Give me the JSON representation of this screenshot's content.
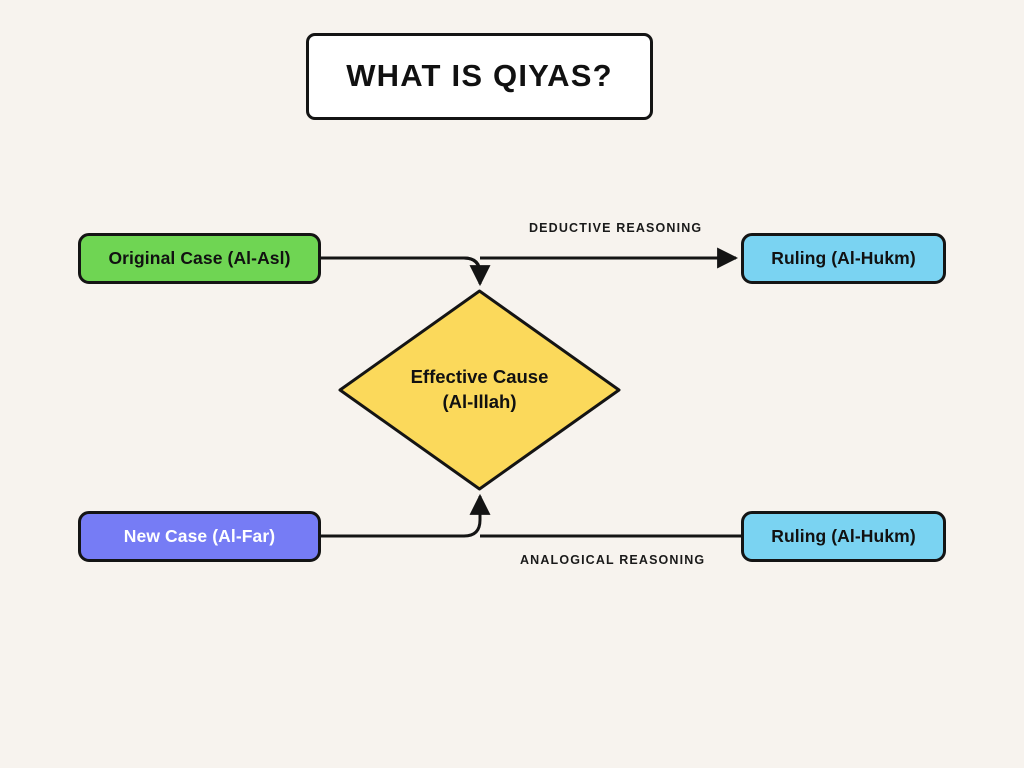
{
  "page": {
    "background_color": "#f7f3ee",
    "stroke_color": "#141414"
  },
  "title": {
    "text": "WHAT IS QIYAS?",
    "background_color": "#ffffff",
    "text_color": "#111111"
  },
  "nodes": {
    "original_case": {
      "label": "Original Case (Al-Asl)",
      "shape": "rounded-rectangle",
      "fill_color": "#6fd553",
      "text_color": "#111111"
    },
    "new_case": {
      "label": "New Case (Al-Far)",
      "shape": "rounded-rectangle",
      "fill_color": "#767cf5",
      "text_color": "#ffffff"
    },
    "effective_cause": {
      "label": "Effective Cause\n(Al-Illah)",
      "shape": "diamond",
      "fill_color": "#fbd95b",
      "text_color": "#111111"
    },
    "ruling_top": {
      "label": "Ruling (Al-Hukm)",
      "shape": "rounded-rectangle",
      "fill_color": "#7ad3f2",
      "text_color": "#111111"
    },
    "ruling_bottom": {
      "label": "Ruling (Al-Hukm)",
      "shape": "rounded-rectangle",
      "fill_color": "#7ad3f2",
      "text_color": "#111111"
    }
  },
  "edges": {
    "deductive": {
      "label": "DEDUCTIVE REASONING",
      "from": "Original Case (Al-Asl)",
      "to": "Ruling (Al-Hukm)",
      "arrowhead": true
    },
    "analogical": {
      "label": "ANALOGICAL REASONING",
      "from": "New Case (Al-Far)",
      "to": "Ruling (Al-Hukm)",
      "arrowhead": false
    },
    "to_effective_cause_top": {
      "arrowhead": true
    },
    "to_effective_cause_bottom": {
      "arrowhead": true
    }
  }
}
